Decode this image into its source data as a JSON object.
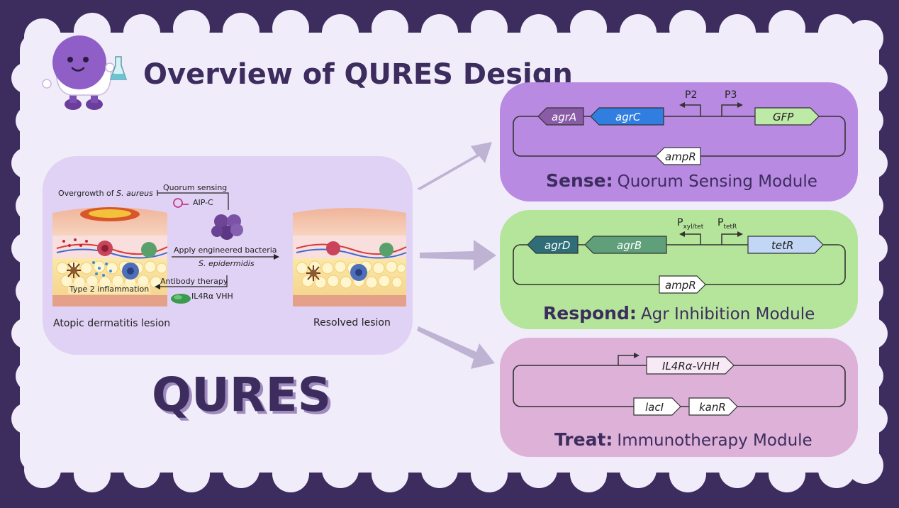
{
  "page": {
    "title": "Overview of QURES Design",
    "brand": "QURES"
  },
  "lesion": {
    "overgrowth_prefix": "Overgrowth of ",
    "overgrowth_species": "S. aureus",
    "quorum_sensing": "Quorum sensing",
    "aip": "AIP-C",
    "apply": "Apply engineered bacteria",
    "apply_species": "S. epidermidis",
    "antibody": "Antibody therapy",
    "inflammation": "Type 2 inflammation",
    "vhh": "IL4Rα VHH",
    "left_caption": "Atopic dermatitis lesion",
    "right_caption": "Resolved lesion"
  },
  "modules": [
    {
      "title_bold": "Sense:",
      "title_rest": "Quorum Sensing Module",
      "color": "#b88ae2",
      "genes": [
        "agrA",
        "agrC",
        "GFP",
        "ampR"
      ],
      "promoters": [
        "P2",
        "P3"
      ]
    },
    {
      "title_bold": "Respond:",
      "title_rest": "Agr Inhibition Module",
      "color": "#b5e59a",
      "genes": [
        "agrD",
        "agrB",
        "tetR",
        "ampR"
      ],
      "promoters": [
        {
          "main": "P",
          "sub": "xyl/tet"
        },
        {
          "main": "P",
          "sub": "tetR"
        }
      ]
    },
    {
      "title_bold": "Treat:",
      "title_rest": "Immunotherapy Module",
      "color": "#ddb1d8",
      "genes": [
        "IL4Rα-VHH",
        "lacI",
        "kanR"
      ]
    }
  ],
  "colors": {
    "frame": "#3d2d5e",
    "background": "#f1ecfa",
    "lesion_panel": "#e0d2f5",
    "arrow": "#bfb3d3",
    "agrA": "#8a5ca8",
    "agrC": "#2f7ee0",
    "GFP": "#bdeaa6",
    "agrD": "#2f6e78",
    "agrB": "#5fa07a",
    "tetR": "#c2d6f6"
  },
  "icons": [
    "mascot-icon",
    "flask-icon",
    "plasmid-icon",
    "bacteria-cluster-icon",
    "antibody-icon",
    "promoter-arrow-icon"
  ]
}
